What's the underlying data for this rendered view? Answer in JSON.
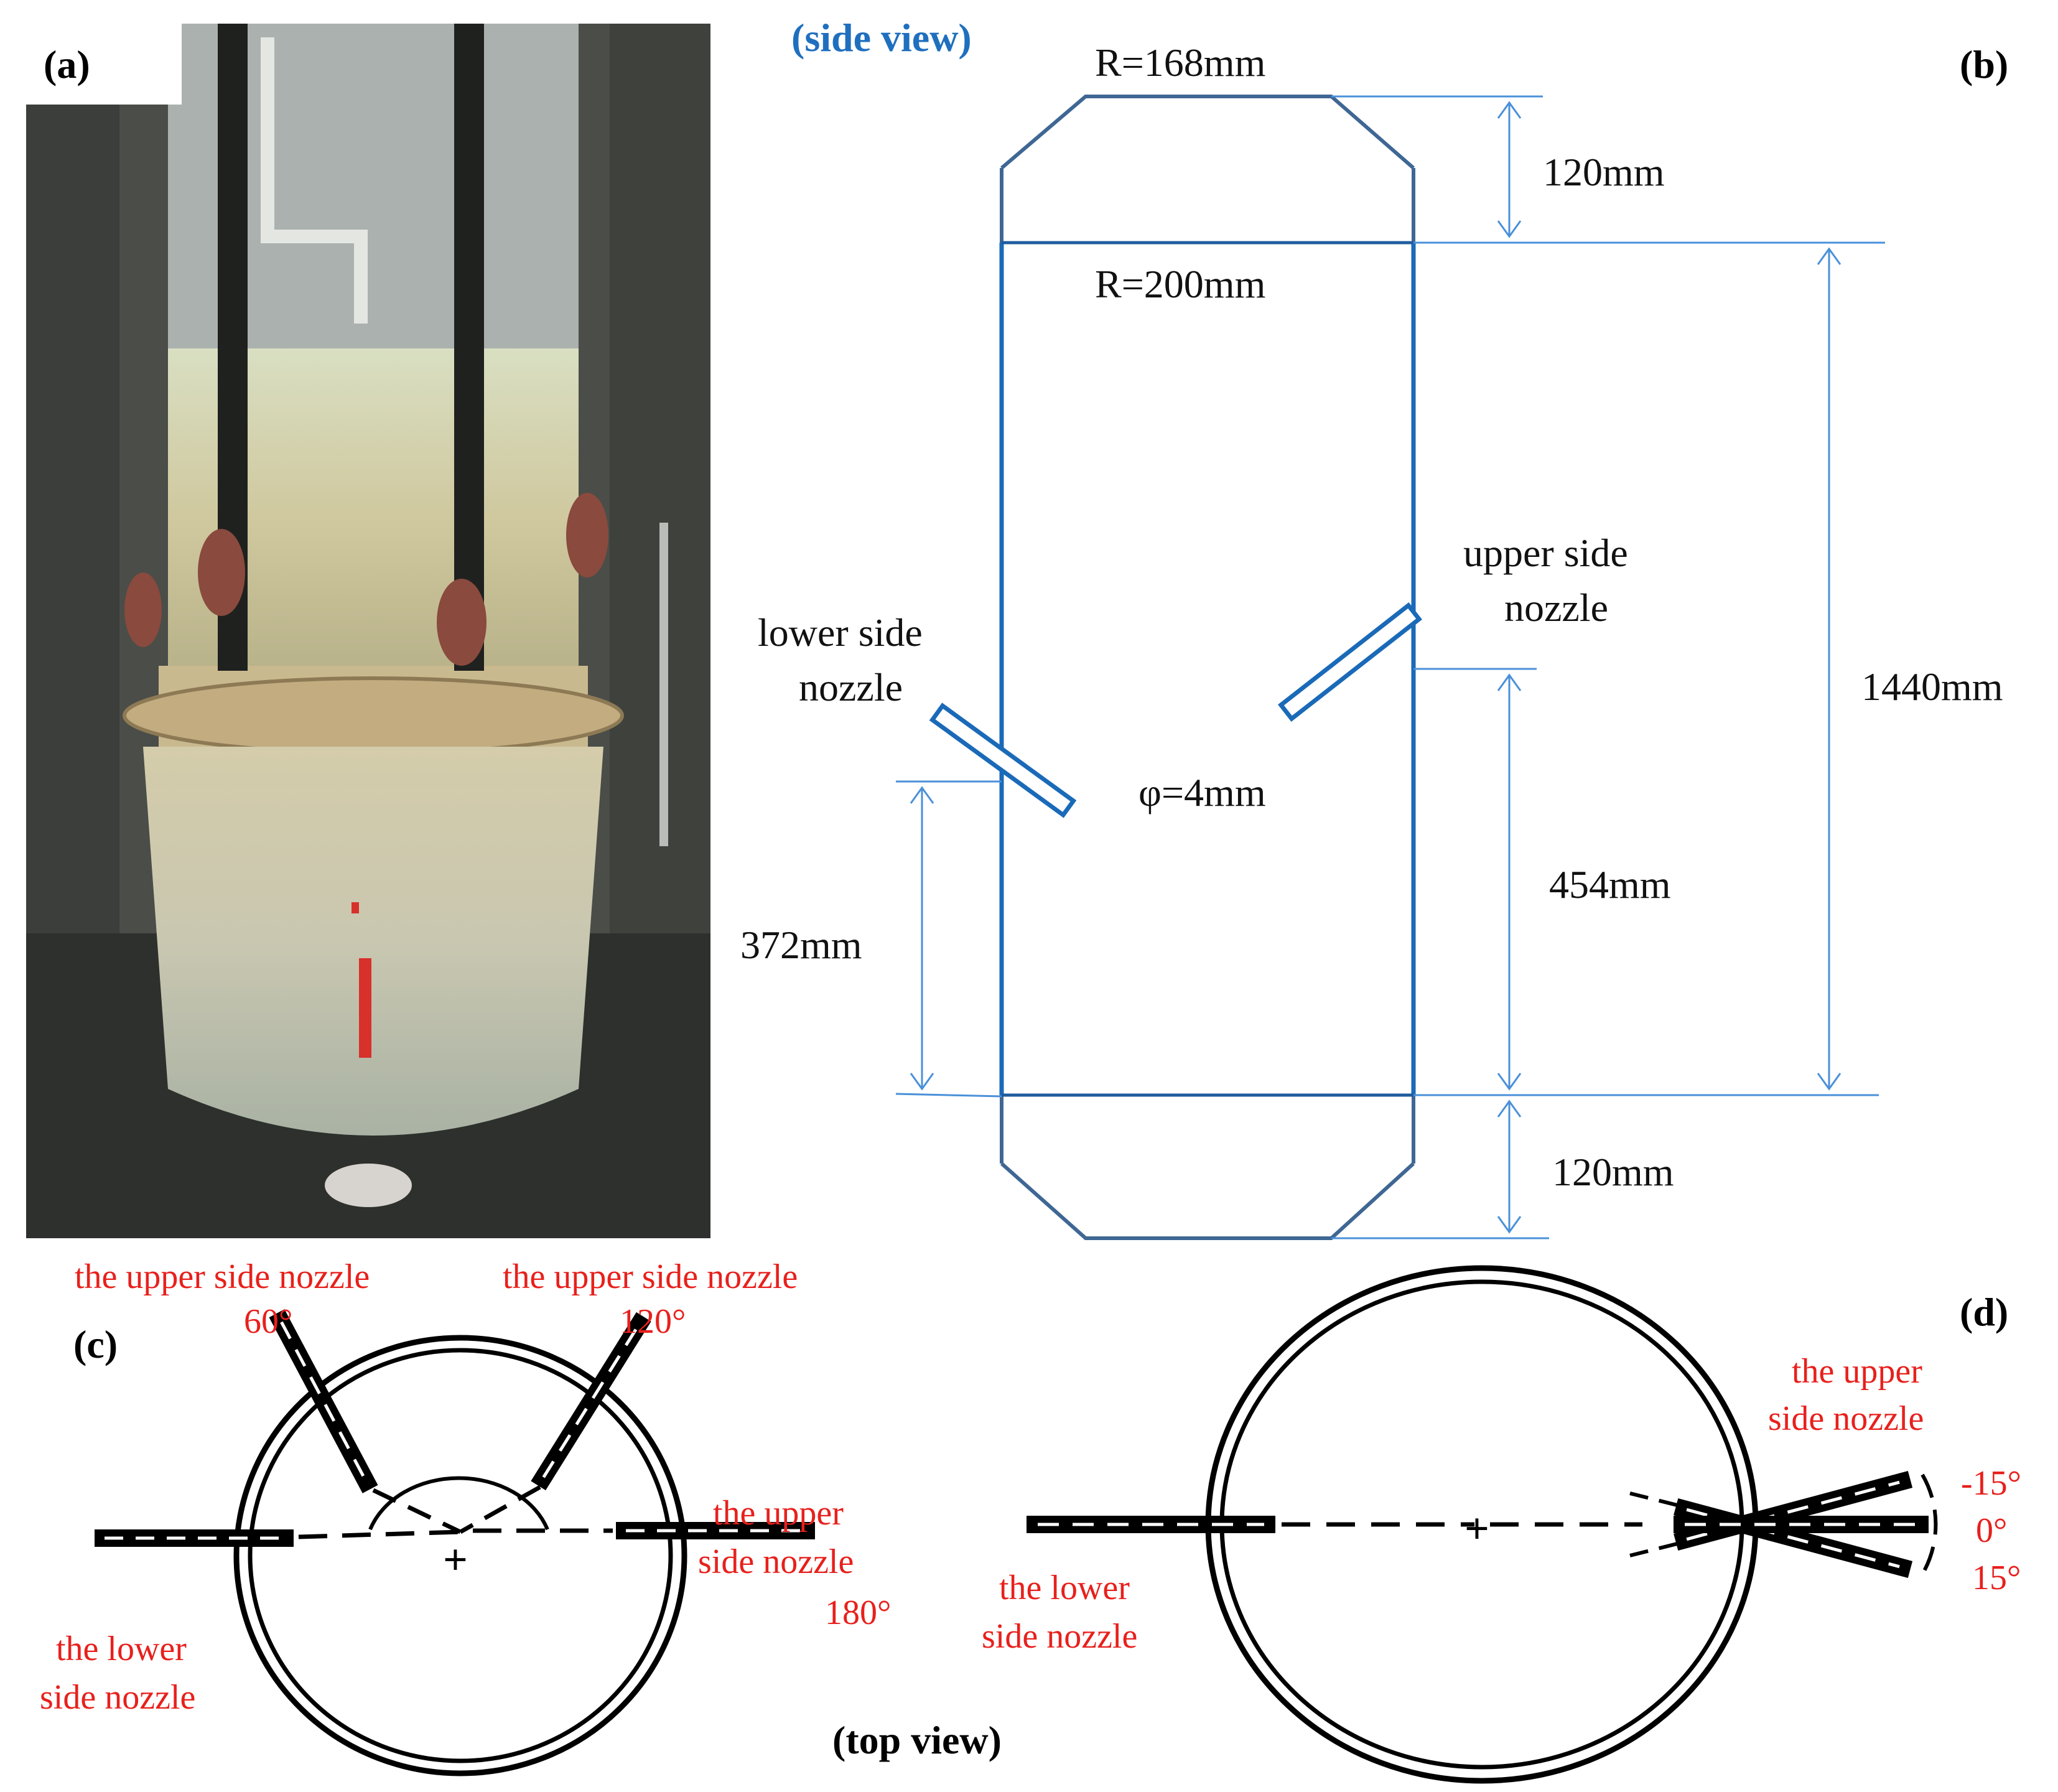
{
  "panels": {
    "a": "(a)",
    "b": "(b)",
    "c": "(c)",
    "d": "(d)"
  },
  "side_view": {
    "title": "(side view)",
    "r_top": "R=168mm",
    "r_body": "R=200mm",
    "dim_top_cap": "120mm",
    "dim_bottom_cap": "120mm",
    "dim_total": "1440mm",
    "dim_upper_nozzle": "454mm",
    "dim_lower_nozzle": "372mm",
    "nozzle_diameter": "φ=4mm",
    "upper_nozzle_line1": "upper side",
    "upper_nozzle_line2": "nozzle",
    "lower_nozzle_line1": "lower side",
    "lower_nozzle_line2": "nozzle"
  },
  "top_view": {
    "title": "(top view)",
    "c_upper_60_label": "the upper side nozzle",
    "c_upper_60_angle": "60°",
    "c_upper_120_label": "the upper side nozzle",
    "c_upper_120_angle": "120°",
    "c_upper_180_line1": "the upper",
    "c_upper_180_line2": "side nozzle",
    "c_upper_180_angle": "180°",
    "c_lower_line1": "the lower",
    "c_lower_line2": "side nozzle",
    "d_upper_line1": "the upper",
    "d_upper_line2": "side nozzle",
    "d_angle_neg": "-15°",
    "d_angle_zero": "0°",
    "d_angle_pos": "15°",
    "d_lower_line1": "the lower",
    "d_lower_line2": "side nozzle"
  },
  "colors": {
    "dimension_lines": "#4a90d9",
    "vessel_outline": "#1a6ab8",
    "title_blue": "#1f6fbf",
    "annotation_red": "#e8201c"
  }
}
